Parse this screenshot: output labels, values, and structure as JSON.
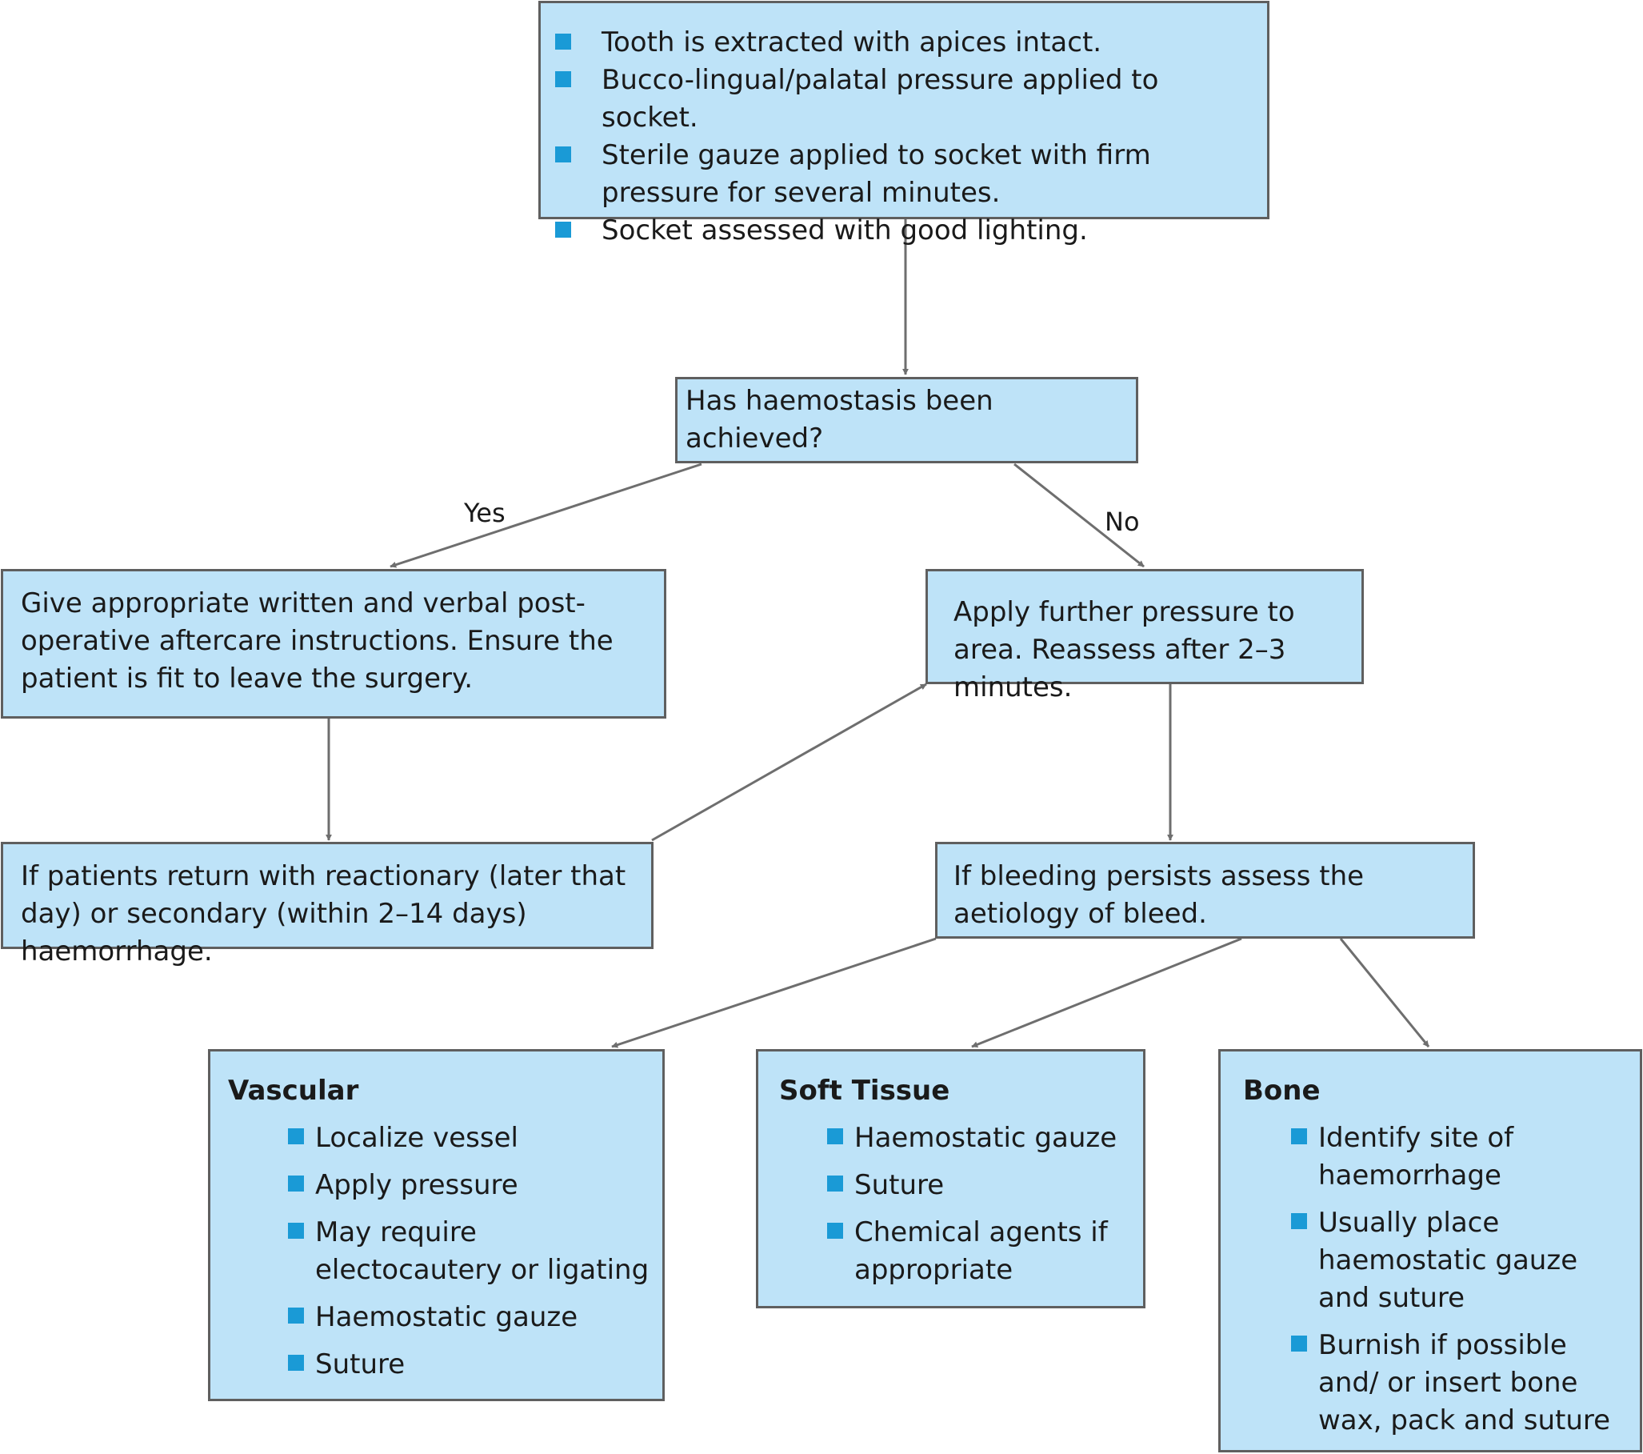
{
  "start": {
    "items": [
      "Tooth is extracted with apices intact.",
      "Bucco-lingual/palatal pressure applied to socket.",
      "Sterile gauze applied to socket with firm pressure for several minutes.",
      "Socket assessed with good lighting."
    ]
  },
  "question": "Has haemostasis been achieved?",
  "labels": {
    "yes": "Yes",
    "no": "No"
  },
  "aftercare": "Give appropriate written and verbal post-operative aftercare instructions. Ensure the patient is fit to leave the surgery.",
  "pressure": "Apply further pressure to area. Reassess after 2–3 minutes.",
  "return": "If patients return with reactionary (later that day) or secondary (within 2–14 days) haemorrhage.",
  "persist": "If bleeding persists assess the aetiology of bleed.",
  "vascular": {
    "title": "Vascular",
    "items": [
      "Localize vessel",
      "Apply pressure",
      "May require electocautery or  ligating",
      "Haemostatic gauze",
      "Suture"
    ]
  },
  "soft": {
    "title": "Soft Tissue",
    "items": [
      "Haemostatic gauze",
      "Suture",
      "Chemical agents if appropriate"
    ]
  },
  "bone": {
    "title": "Bone",
    "items": [
      "Identify site of haemorrhage",
      "Usually place haemostatic gauze and suture",
      "Burnish if possible and/ or insert bone wax, pack and suture"
    ]
  },
  "colors": {
    "box_fill": "#bee3f8",
    "border": "#5f5f5f",
    "bullet": "#1a9ad6",
    "arrow": "#6e6e6e"
  }
}
